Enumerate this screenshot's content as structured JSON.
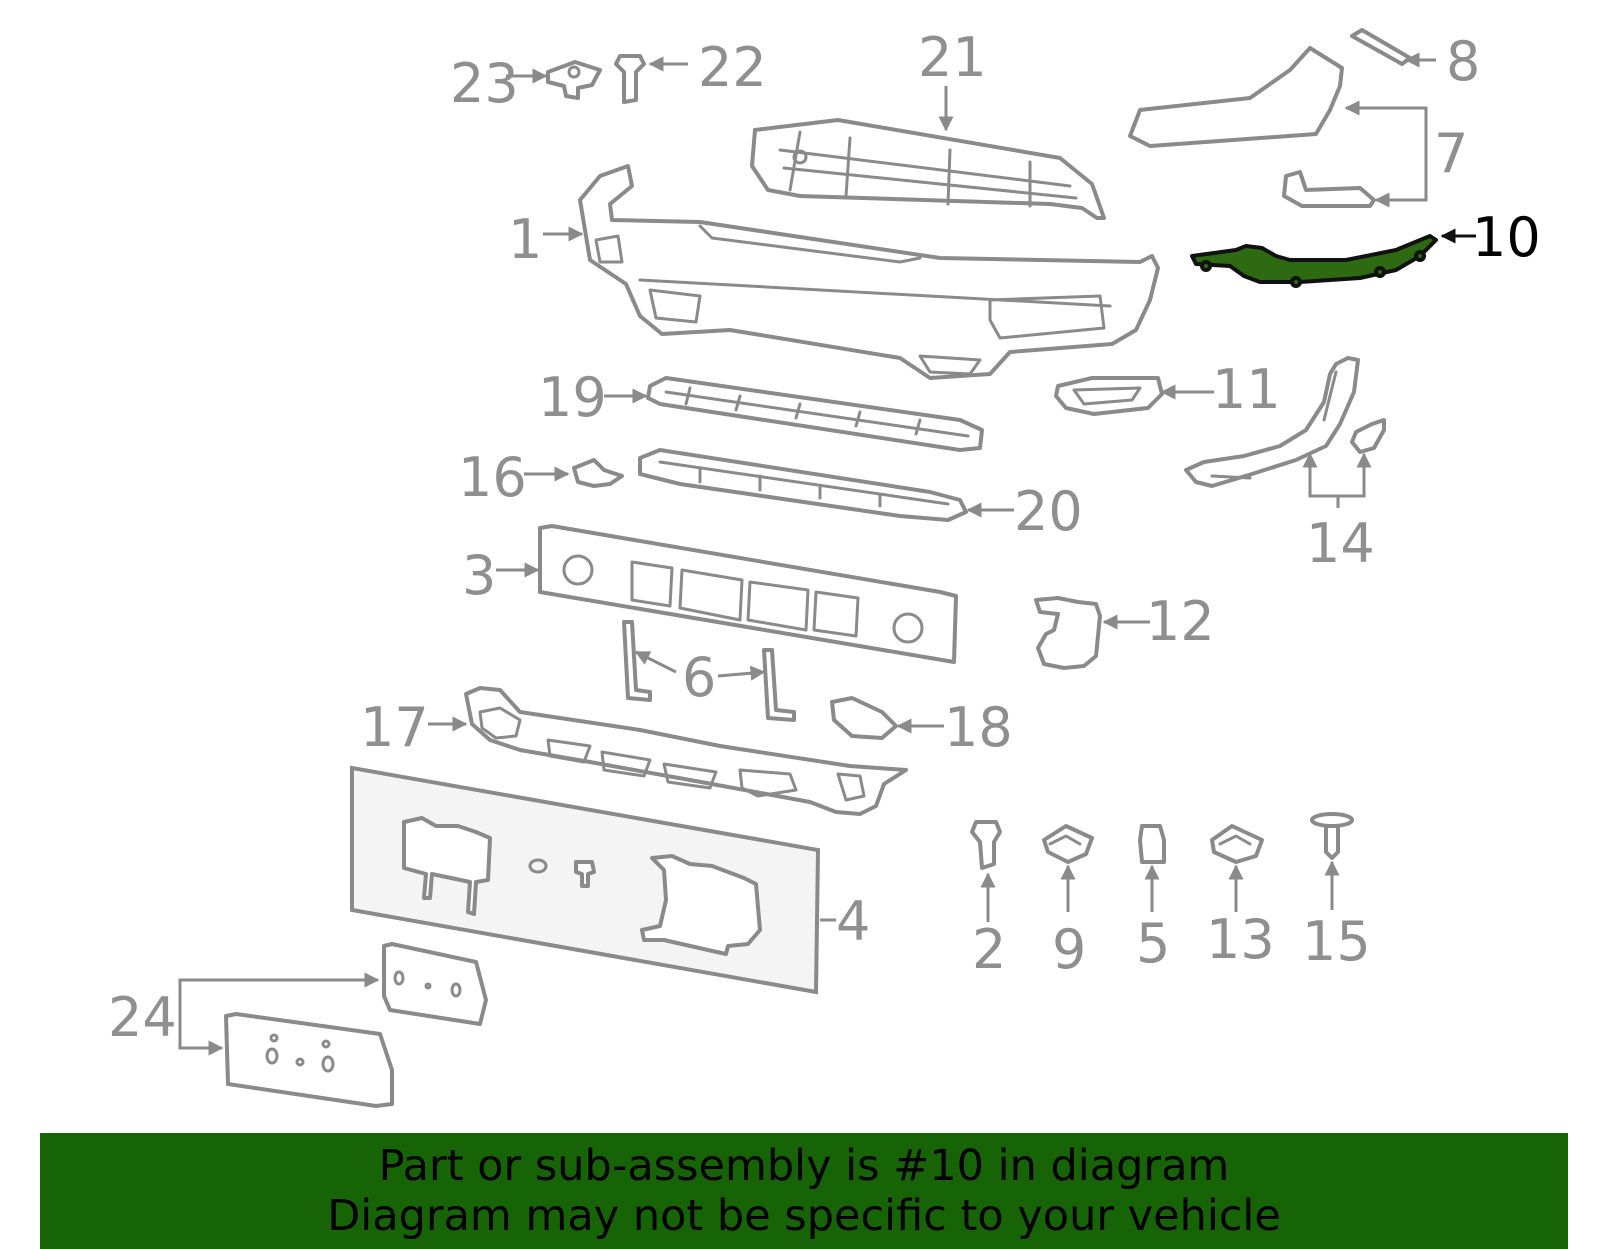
{
  "callouts": {
    "c1": "1",
    "c2": "2",
    "c3": "3",
    "c4": "4",
    "c5": "5",
    "c6": "6",
    "c7": "7",
    "c8": "8",
    "c9": "9",
    "c10": "10",
    "c11": "11",
    "c12": "12",
    "c13": "13",
    "c14": "14",
    "c15": "15",
    "c16": "16",
    "c17": "17",
    "c18": "18",
    "c19": "19",
    "c20": "20",
    "c21": "21",
    "c22": "22",
    "c23": "23",
    "c24": "24"
  },
  "highlight": {
    "part": "10",
    "color": "#176407"
  },
  "banner": {
    "line1": "Part or sub-assembly is #10 in diagram",
    "line2": "Diagram may not be specific to your vehicle"
  }
}
